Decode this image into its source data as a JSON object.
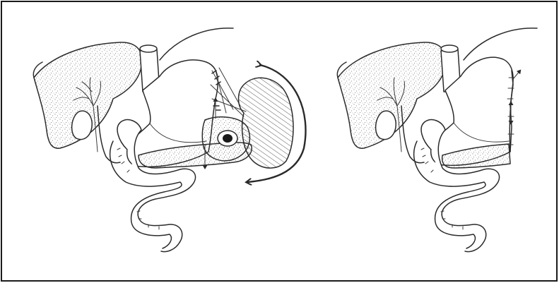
{
  "figure": {
    "panels": [
      {
        "id": "left",
        "state": "with-spleen-and-tumor"
      },
      {
        "id": "right",
        "state": "after-resection"
      }
    ],
    "colors": {
      "ink": "#2b2b2b",
      "stipple": "#555555",
      "lesion": "#1a1a1a",
      "background": "#ffffff",
      "border": "#1a1a1a"
    }
  }
}
